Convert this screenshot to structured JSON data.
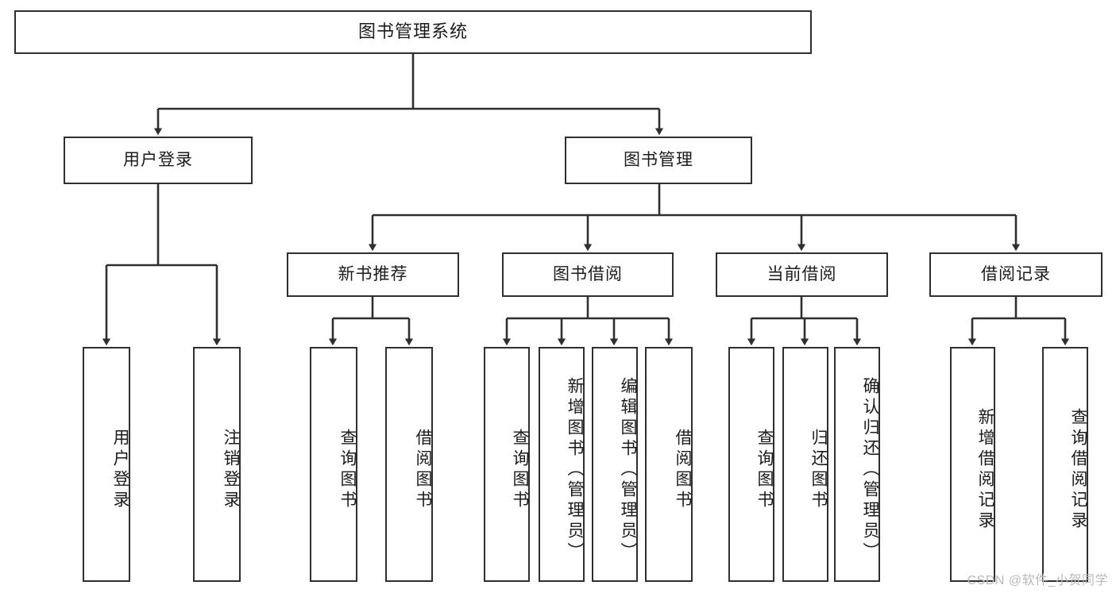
{
  "diagram": {
    "title_node": {
      "label": "图书管理系统"
    },
    "level2": [
      {
        "id": "user-login",
        "label": "用户登录"
      },
      {
        "id": "book-manage",
        "label": "图书管理"
      }
    ],
    "level3": [
      {
        "id": "new-book-recommend",
        "label": "新书推荐"
      },
      {
        "id": "book-borrow",
        "label": "图书借阅"
      },
      {
        "id": "current-borrow",
        "label": "当前借阅"
      },
      {
        "id": "borrow-record",
        "label": "借阅记录"
      }
    ],
    "leaves": {
      "user_login": [
        {
          "id": "leaf-user-login",
          "label": "用户登录"
        },
        {
          "id": "leaf-logout-login",
          "label": "注销登录"
        }
      ],
      "new_book_recommend": [
        {
          "id": "leaf-query-book-1",
          "label": "查询图书"
        },
        {
          "id": "leaf-borrow-book-1",
          "label": "借阅图书"
        }
      ],
      "book_borrow": [
        {
          "id": "leaf-query-book-2",
          "label": "查询图书"
        },
        {
          "id": "leaf-add-book",
          "label": "新增图书（管理员）"
        },
        {
          "id": "leaf-edit-book",
          "label": "编辑图书（管理员）"
        },
        {
          "id": "leaf-borrow-book-2",
          "label": "借阅图书"
        }
      ],
      "current_borrow": [
        {
          "id": "leaf-query-book-3",
          "label": "查询图书"
        },
        {
          "id": "leaf-return-book",
          "label": "归还图书"
        },
        {
          "id": "leaf-confirm-return",
          "label": "确认归还（管理员）"
        }
      ],
      "borrow_record": [
        {
          "id": "leaf-add-record",
          "label": "新增借阅记录"
        },
        {
          "id": "leaf-query-record",
          "label": "查询借阅记录"
        }
      ]
    }
  },
  "watermark": {
    "text": "CSDN @软件_小贺同学"
  },
  "colors": {
    "stroke": "#2f2f2f",
    "fill": "#ffffff",
    "text": "#1b1b1b",
    "watermark": "#b9b9b9"
  }
}
